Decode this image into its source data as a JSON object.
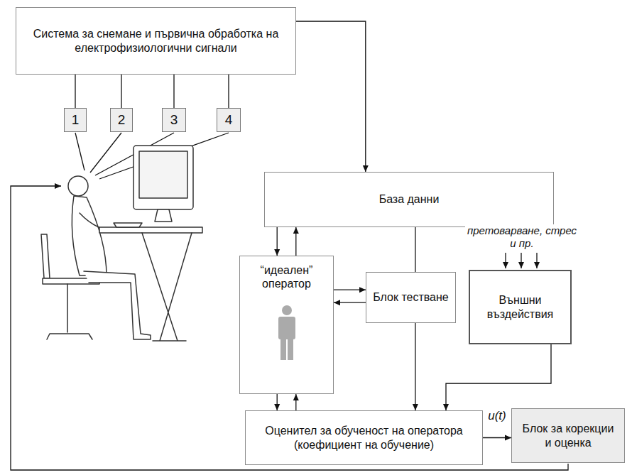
{
  "diagram": {
    "nodes": [
      {
        "text": [
          "Система за снемане и първична обработка на електрофизиологични сигнали"
        ]
      },
      {
        "text": [
          "1"
        ]
      },
      {
        "text": [
          "2"
        ]
      },
      {
        "text": [
          "3"
        ]
      },
      {
        "text": [
          "4"
        ]
      },
      {
        "text": [
          "База данни"
        ]
      },
      {
        "text": [
          "“идеален” оператор"
        ]
      },
      {
        "text": [
          "Блок тестване"
        ]
      },
      {
        "text": [
          "Външни въздействия"
        ]
      },
      {
        "text": [
          "Оценител за обученост на оператора (коефициент на обучение)"
        ]
      },
      {
        "text": [
          "Блок за корекции и оценка"
        ]
      }
    ],
    "edges": [
      {
        "from": 0,
        "to": 1,
        "arrow": "none"
      },
      {
        "from": 0,
        "to": 2,
        "arrow": "none"
      },
      {
        "from": 0,
        "to": 3,
        "arrow": "none"
      },
      {
        "from": 0,
        "to": 4,
        "arrow": "none"
      },
      {
        "from": 0,
        "to": 5,
        "arrow": "to"
      },
      {
        "from": 5,
        "to": 6,
        "arrow": "to"
      },
      {
        "from": 6,
        "to": 5,
        "arrow": "to"
      },
      {
        "from": 6,
        "to": 7,
        "arrow": "to"
      },
      {
        "from": 7,
        "to": 6,
        "arrow": "to"
      },
      {
        "from": 5,
        "to": 7,
        "arrow": "none"
      },
      {
        "from": 7,
        "to": 9,
        "arrow": "to"
      },
      {
        "from": 6,
        "to": 9,
        "arrow": "to"
      },
      {
        "from": 9,
        "to": 6,
        "arrow": "to"
      },
      {
        "from": 8,
        "to": 9,
        "arrow": "to"
      },
      {
        "from": 9,
        "to": 10,
        "label": "u(t)",
        "arrow": "to"
      }
    ],
    "labels": [
      "претоварване, стрес и пр."
    ]
  }
}
